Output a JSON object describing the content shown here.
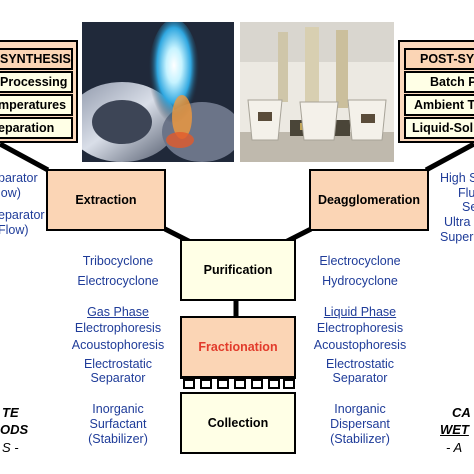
{
  "left_panel": {
    "header": "SYNTHESIS",
    "items": [
      "Processing",
      "mperatures",
      "eparation"
    ],
    "side_text": [
      "parator",
      "low)",
      "eparator",
      "Flow)"
    ],
    "bottom_text": [
      "TE",
      "ODS",
      "S -"
    ]
  },
  "right_panel": {
    "header": "POST-SY",
    "items": [
      "Batch P",
      "Ambient T",
      "Liquid-Soli"
    ],
    "side_text": [
      "High S",
      "Flu",
      "Se",
      "Ultra",
      "Super"
    ],
    "bottom_text": [
      "CA",
      "WET",
      "- A"
    ]
  },
  "stages": {
    "extraction": "Extraction",
    "deagglomeration": "Deagglomeration",
    "purification": "Purification",
    "fractionation": "Fractionation",
    "collection": "Collection"
  },
  "left_methods": {
    "purification": [
      "Tribocyclone",
      "Electrocyclone"
    ],
    "fractionation_heading": "Gas Phase",
    "fractionation": [
      "Electrophoresis",
      "Acoustophoresis",
      "Electrostatic",
      "Separator"
    ],
    "collection": [
      "Inorganic",
      "Surfactant",
      "(Stabilizer)"
    ]
  },
  "right_methods": {
    "purification": [
      "Electrocyclone",
      "Hydrocyclone"
    ],
    "fractionation_heading": "Liquid Phase",
    "fractionation": [
      "Electrophoresis",
      "Acoustophoresis",
      "Electrostatic",
      "Separator"
    ],
    "collection": [
      "Inorganic",
      "Dispersant",
      "(Stabilizer)"
    ]
  },
  "colors": {
    "stage_fill": "#fbd5b5",
    "center_fill": "#ffffe6",
    "method_text": "#1f3c99",
    "fractionation_text": "#e23b2b"
  },
  "icons": [
    "flame-spray-photo",
    "cellulose-stands-photo"
  ]
}
